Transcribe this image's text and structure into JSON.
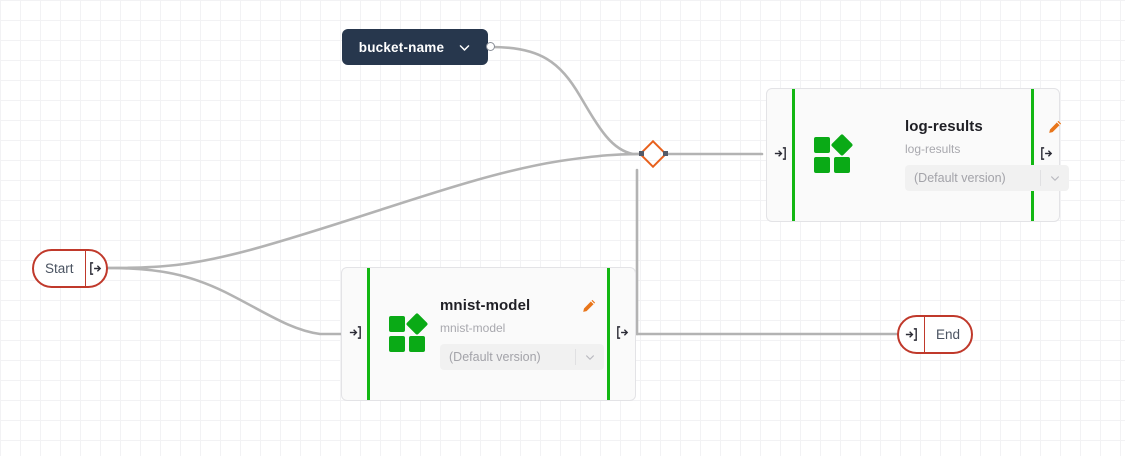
{
  "canvas": {
    "grid_color": "#f2f2f4",
    "background": "#ffffff",
    "edge_color": "#b3b3b3"
  },
  "nodes": {
    "start": {
      "label": "Start",
      "port_out_icon": "[→",
      "accent": "#c0392b"
    },
    "end": {
      "label": "End",
      "port_in_icon": "→]",
      "accent": "#c0392b"
    },
    "bucket": {
      "label": "bucket-name",
      "caret_icon": "chevron-down-icon",
      "background": "#27374d"
    },
    "junction": {
      "name": "junction-diamond",
      "color": "#e8601c"
    },
    "mnist_model": {
      "title": "mnist-model",
      "subtitle": "mnist-model",
      "version_label": "(Default version)",
      "edit_icon": "pencil-icon",
      "port_in_icon": "→]",
      "port_out_icon": "[→",
      "accent": "#12b712"
    },
    "log_results": {
      "title": "log-results",
      "subtitle": "log-results",
      "version_label": "(Default version)",
      "edit_icon": "pencil-icon",
      "port_in_icon": "→]",
      "port_out_icon": "[→",
      "accent": "#12b712"
    }
  }
}
